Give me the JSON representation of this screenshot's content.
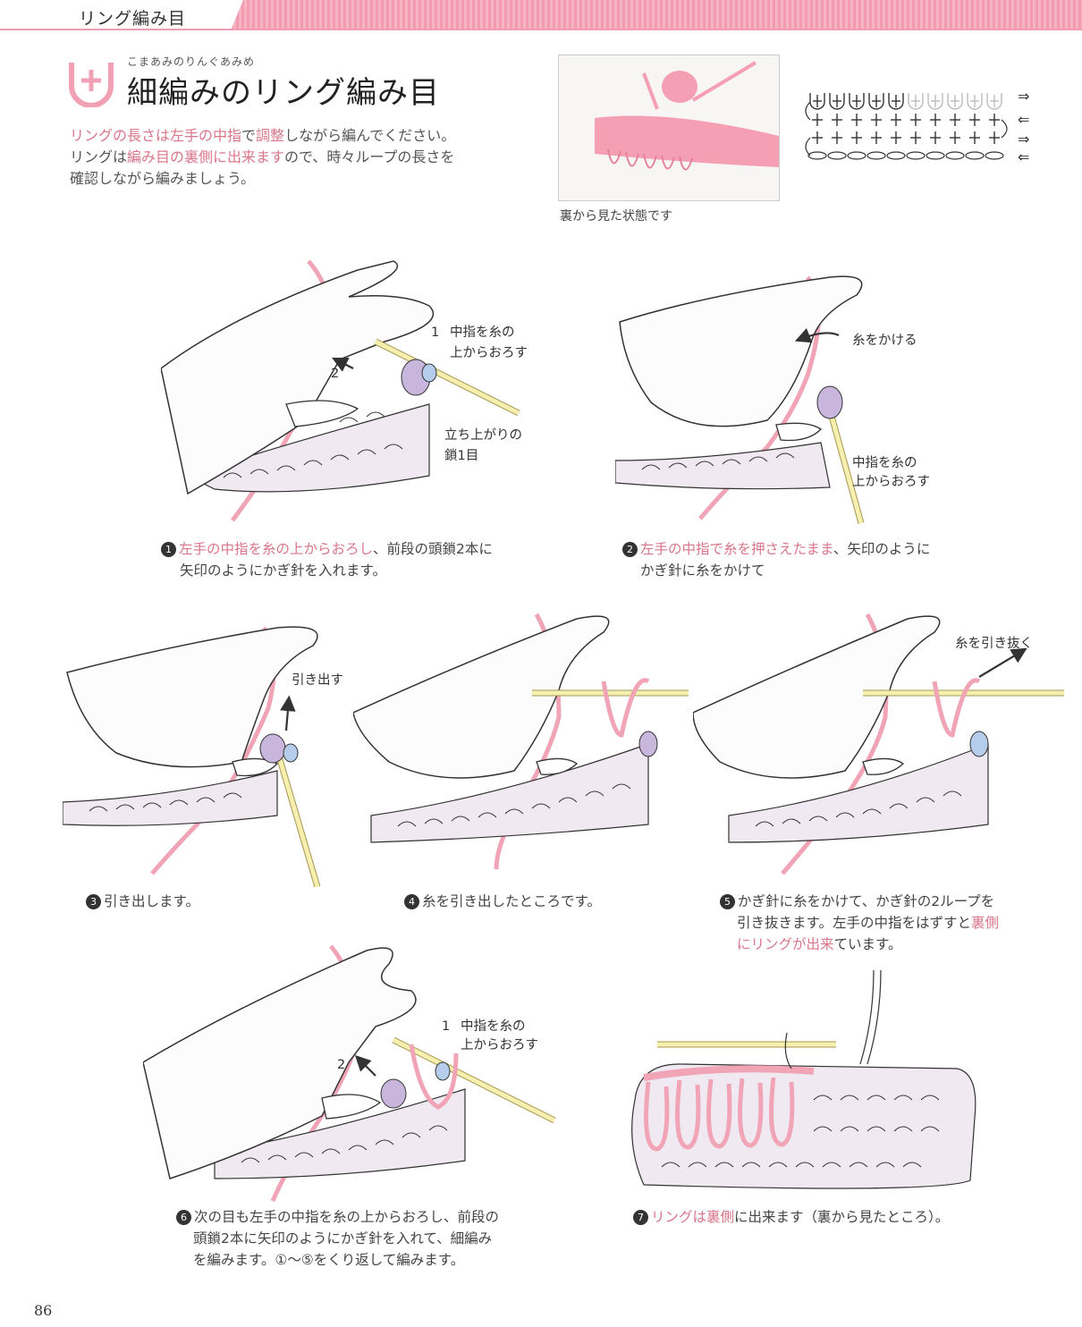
{
  "header": {
    "section_label": "リング編み目",
    "accent_color": "#f2a0b3"
  },
  "title": {
    "ruby": "こまあみのりんぐあみめ",
    "text": "細編みのリング編み目"
  },
  "intro": {
    "line1_a": "リングの長さは",
    "line1_b": "左手の中指",
    "line1_c": "で",
    "line1_d": "調整",
    "line1_e": "しながら編んでください。",
    "line2_a": "リングは",
    "line2_b": "編み目の裏側に出来ます",
    "line2_c": "ので、時々ループの長さを",
    "line3": "確認しながら編みましょう。"
  },
  "photo": {
    "caption": "裏から見た状態です"
  },
  "chart": {
    "arrows": [
      "⇒",
      "⇐",
      "⇒",
      "⇐"
    ]
  },
  "steps": [
    {
      "num": "1",
      "cap_pink": "左手の中指を糸の上からおろし",
      "cap_rest": "、前段の頭鎖2本に",
      "cap_line2": "矢印のようにかぎ針を入れます。",
      "labels": [
        "1",
        "中指を糸の",
        "上からおろす",
        "2",
        "立ち上がりの",
        "鎖1目"
      ]
    },
    {
      "num": "2",
      "cap_pink": "左手の中指で糸を押さえたまま",
      "cap_rest": "、矢印のように",
      "cap_line2": "かぎ針に糸をかけて",
      "labels": [
        "糸をかける",
        "中指を糸の",
        "上からおろす"
      ]
    },
    {
      "num": "3",
      "caption": "引き出します。",
      "labels": [
        "引き出す"
      ]
    },
    {
      "num": "4",
      "caption": "糸を引き出したところです。"
    },
    {
      "num": "5",
      "cap_line1": "かぎ針に糸をかけて、かぎ針の2ループを",
      "cap_line2_a": "引き抜きます。左手の中指をはずすと",
      "cap_line2_b": "裏側",
      "cap_line3_a": "にリングが出来",
      "cap_line3_b": "ています。",
      "labels": [
        "糸を引き抜く"
      ]
    },
    {
      "num": "6",
      "cap_line1": "次の目も左手の中指を糸の上からおろし、前段の",
      "cap_line2": "頭鎖2本に矢印のようにかぎ針を入れて、細編み",
      "cap_line3": "を編みます。①〜⑤をくり返して編みます。",
      "labels": [
        "1",
        "中指を糸の",
        "上からおろす",
        "2"
      ]
    },
    {
      "num": "7",
      "cap_pink": "リングは裏側",
      "cap_rest": "に出来ます（裏から見たところ）。"
    }
  ],
  "page_number": "86",
  "colors": {
    "yarn": "#f0a4b6",
    "hook": "#f5f0b0",
    "hand_outline": "#333333",
    "stitch": "#ece4f0",
    "text_pink": "#d9768a"
  }
}
